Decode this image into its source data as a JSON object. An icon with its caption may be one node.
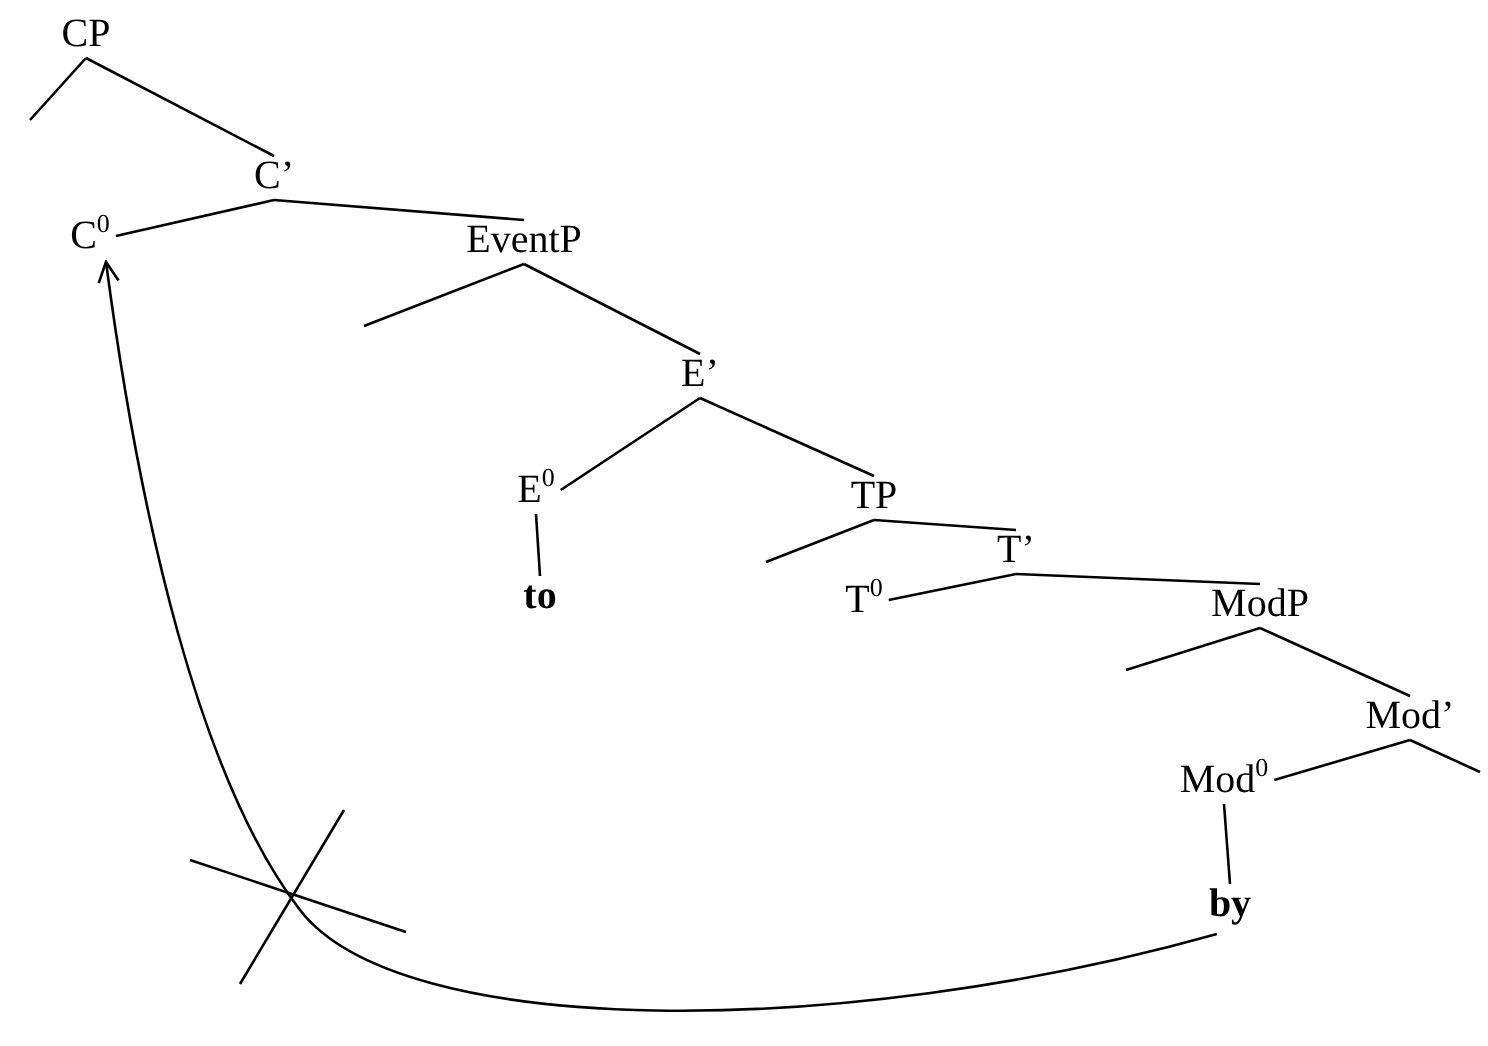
{
  "diagram": {
    "nodes": [
      {
        "text": [
          "CP"
        ]
      },
      {
        "text": [
          "C’"
        ]
      },
      {
        "text": [
          "C$^{0}$"
        ]
      },
      {
        "text": [
          "EventP"
        ]
      },
      {
        "text": [
          "E’"
        ]
      },
      {
        "text": [
          "E$^{0}$"
        ]
      },
      {
        "text": [
          "TP"
        ]
      },
      {
        "text": [
          "T’"
        ]
      },
      {
        "text": [
          "to"
        ]
      },
      {
        "text": [
          "T$^{0}$"
        ]
      },
      {
        "text": [
          "ModP"
        ]
      },
      {
        "text": [
          "Mod’"
        ]
      },
      {
        "text": [
          "Mod$^{0}$"
        ]
      },
      {
        "text": [
          "by"
        ]
      }
    ],
    "edges": [
      {
        "from": 0,
        "to": null,
        "arrow": "none"
      },
      {
        "from": 0,
        "to": 1,
        "arrow": "none"
      },
      {
        "from": 1,
        "to": 2,
        "arrow": "none"
      },
      {
        "from": 1,
        "to": 3,
        "arrow": "none"
      },
      {
        "from": 3,
        "to": null,
        "arrow": "none"
      },
      {
        "from": 3,
        "to": 4,
        "arrow": "none"
      },
      {
        "from": 4,
        "to": 5,
        "arrow": "none"
      },
      {
        "from": 4,
        "to": 6,
        "arrow": "none"
      },
      {
        "from": 5,
        "to": 8,
        "arrow": "none"
      },
      {
        "from": 6,
        "to": null,
        "arrow": "none"
      },
      {
        "from": 6,
        "to": 7,
        "arrow": "none"
      },
      {
        "from": 7,
        "to": 9,
        "arrow": "none"
      },
      {
        "from": 7,
        "to": 10,
        "arrow": "none"
      },
      {
        "from": 10,
        "to": null,
        "arrow": "none"
      },
      {
        "from": 10,
        "to": 11,
        "arrow": "none"
      },
      {
        "from": 11,
        "to": 12,
        "arrow": "none"
      },
      {
        "from": 11,
        "to": null,
        "arrow": "none"
      },
      {
        "from": 12,
        "to": 13,
        "arrow": "none"
      },
      {
        "from": 13,
        "to": 2,
        "arrow": "to"
      }
    ]
  }
}
